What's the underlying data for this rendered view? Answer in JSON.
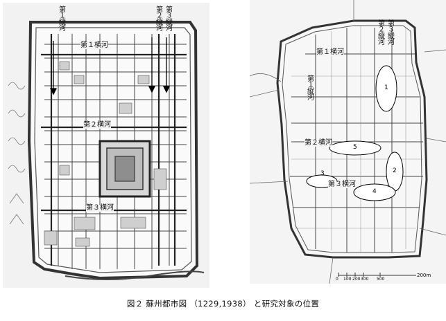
{
  "left_map": {
    "labels": {
      "canal_v1": "第１縦河",
      "canal_v2": "第２縦河",
      "canal_v3": "第３縦河",
      "canal_h1": "第１横河",
      "canal_h2": "第２横河",
      "canal_h3": "第３横河"
    }
  },
  "right_map": {
    "labels": {
      "canal_v1": "第１縦河",
      "canal_v2": "第２縦河",
      "canal_v3": "第３縦河",
      "canal_h1": "第１横河",
      "canal_h2": "第２横河",
      "canal_h3": "第３横河"
    },
    "study_areas": [
      "1",
      "2",
      "3",
      "4",
      "5"
    ],
    "scale": {
      "ticks": [
        "0",
        "100",
        "200",
        "300",
        "500"
      ],
      "end": "200m"
    }
  },
  "caption": "図２ 蘇州都市図 （1229,1938） と研究対象の位置"
}
